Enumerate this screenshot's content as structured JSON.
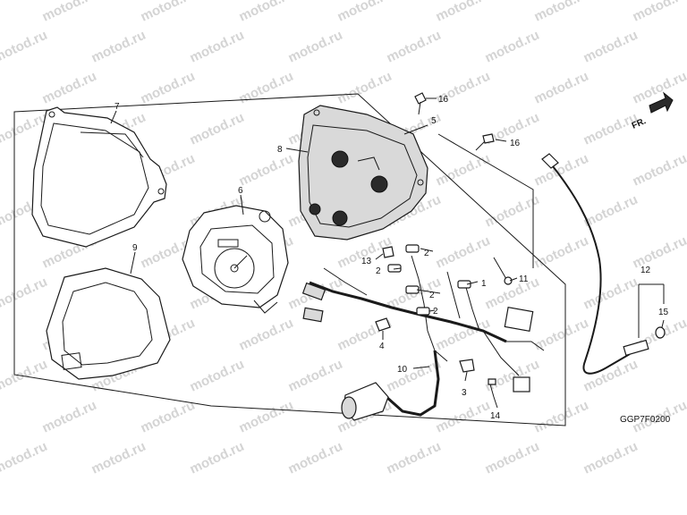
{
  "diagram": {
    "watermark": "motod.ru",
    "figure_code": "GGP7F0200",
    "direction_marker": "FR.",
    "callouts": [
      "1",
      "2",
      "3",
      "4",
      "5",
      "6",
      "7",
      "8",
      "9",
      "10",
      "11",
      "12",
      "13",
      "14",
      "15",
      "16"
    ]
  }
}
